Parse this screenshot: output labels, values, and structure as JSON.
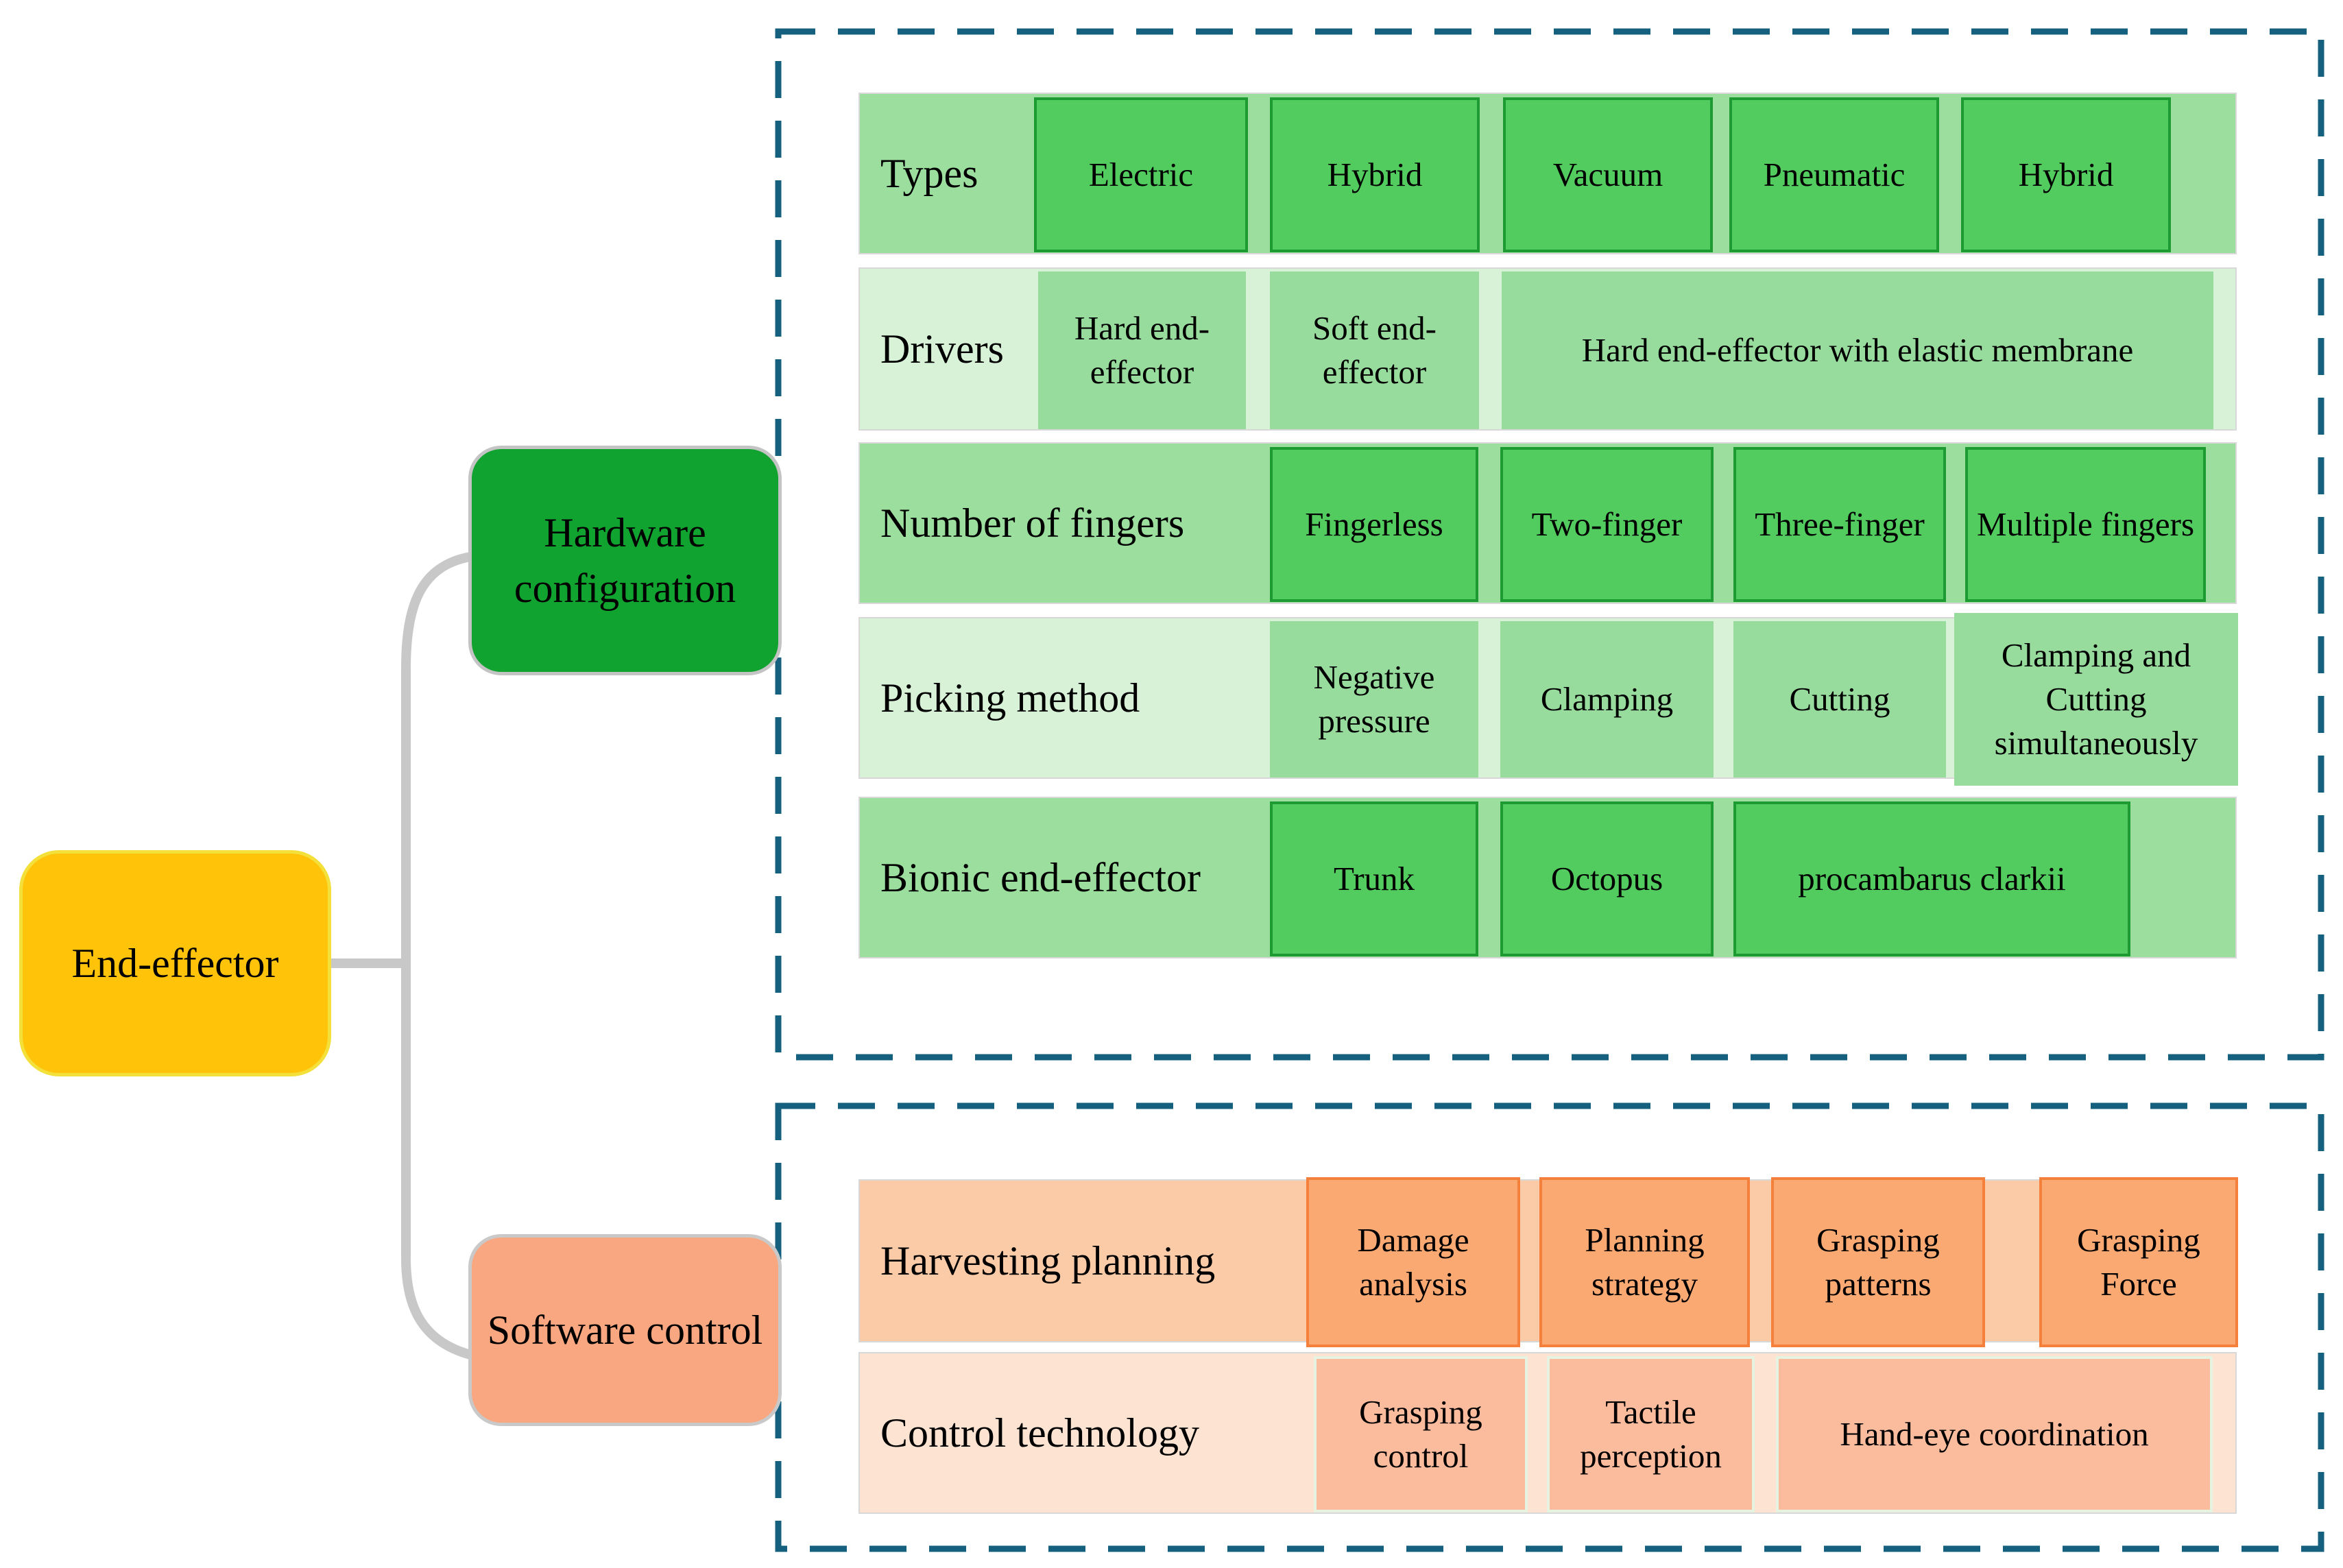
{
  "figure": {
    "root_label": "End-effector",
    "hardware_branch_label": "Hardware configuration",
    "software_branch_label": "Software control"
  },
  "hardware": {
    "rows": [
      {
        "label": "Types",
        "cells": [
          "Electric",
          "Hybrid",
          "Vacuum",
          "Pneumatic",
          "Hybrid"
        ]
      },
      {
        "label": "Drivers",
        "cells": [
          "Hard end-effector",
          "Soft end-effector",
          "Hard end-effector with elastic membrane"
        ]
      },
      {
        "label": "Number of fingers",
        "cells": [
          "Fingerless",
          "Two-finger",
          "Three-finger",
          "Multiple fingers"
        ]
      },
      {
        "label": "Picking method",
        "cells": [
          "Negative pressure",
          "Clamping",
          "Cutting",
          "Clamping and Cutting simultaneously"
        ]
      },
      {
        "label": "Bionic end-effector",
        "cells": [
          "Trunk",
          "Octopus",
          "procambarus clarkii"
        ]
      }
    ]
  },
  "software": {
    "rows": [
      {
        "label": "Harvesting planning",
        "cells": [
          "Damage analysis",
          "Planning strategy",
          "Grasping patterns",
          "Grasping Force"
        ]
      },
      {
        "label": "Control technology",
        "cells": [
          "Grasping control",
          "Tactile perception",
          "Hand-eye coordination"
        ]
      }
    ]
  },
  "colors": {
    "root_fill": "#ffc40a",
    "root_border": "#f3e03b",
    "hardware_node_fill": "#11a32f",
    "software_node_fill": "#f9a780",
    "node_border_gray": "#c4c4c4",
    "panel_dash_border": "#14607e",
    "connector_gray": "#c8c8c8",
    "green_row_bg": "#9bde9d",
    "green_row_bg_light": "#d8f2d8",
    "green_cell_dark": "#52cc5e",
    "green_cell_dark_border": "#1d9a31",
    "green_cell_medium": "#97dc9d",
    "orange_row_bg": "#fbcba7",
    "orange_row_bg_light": "#fde3d2",
    "orange_cell": "#fba973",
    "orange_cell_border": "#f4803c",
    "salmon_cell": "#fbbb9d",
    "salmon_cell_border": "#e5f3e0"
  }
}
